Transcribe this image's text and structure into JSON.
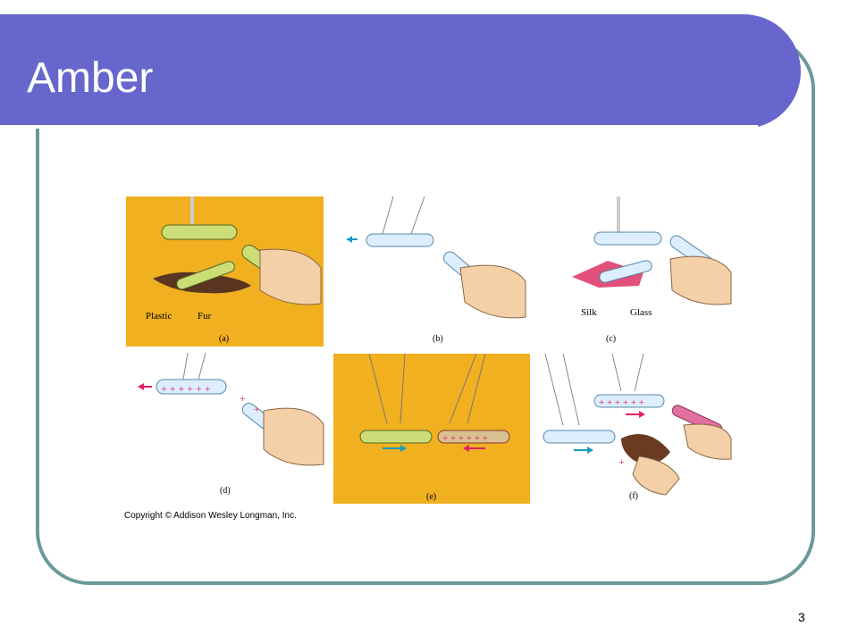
{
  "slide": {
    "title": "Amber",
    "page_number": "3",
    "copyright": "Copyright © Addison Wesley Longman, Inc."
  },
  "figure": {
    "panels": [
      {
        "caption": "(a)",
        "labels": [
          "Plastic",
          "Fur"
        ]
      },
      {
        "caption": "(b)"
      },
      {
        "caption": "(c)",
        "labels": [
          "Silk",
          "Glass"
        ]
      },
      {
        "caption": "(d)"
      },
      {
        "caption": "(e)"
      },
      {
        "caption": "(f)"
      }
    ]
  },
  "colors": {
    "title_bar": "#6666cc",
    "frame": "#6a9a9a",
    "yellow_bg": "#f0b020",
    "positive": "#e0206a",
    "negative": "#1a9ac0"
  }
}
